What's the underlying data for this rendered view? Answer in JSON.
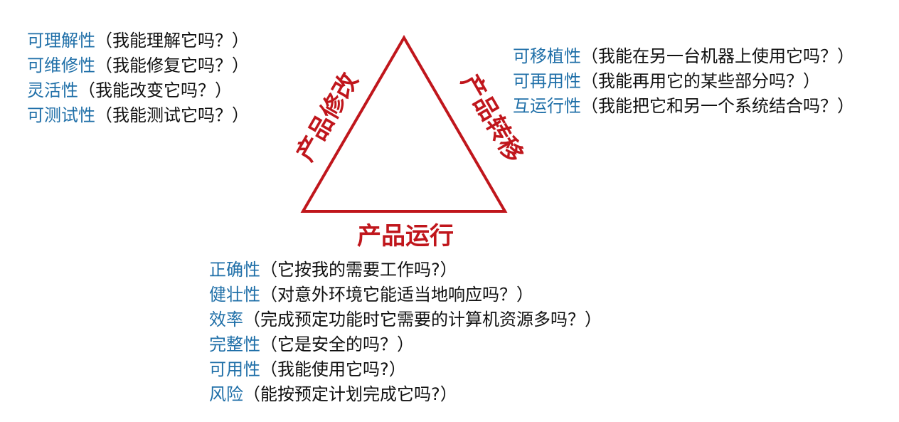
{
  "diagram": {
    "accent_color": "#c0161c",
    "term_color": "#1f6fa8",
    "text_color": "#111111",
    "triangle_labels": {
      "left": "产品修改",
      "right": "产品转移",
      "bottom": "产品运行"
    }
  },
  "modify": {
    "items": [
      {
        "term": "可理解性",
        "desc": "（我能理解它吗？）"
      },
      {
        "term": "可维修性",
        "desc": "（我能修复它吗？）"
      },
      {
        "term": "灵活性",
        "desc": "（我能改变它吗？）"
      },
      {
        "term": "可测试性",
        "desc": "（我能测试它吗？）"
      }
    ]
  },
  "transfer": {
    "items": [
      {
        "term": "可移植性",
        "desc": "（我能在另一台机器上使用它吗？）"
      },
      {
        "term": "可再用性",
        "desc": "（我能再用它的某些部分吗？）"
      },
      {
        "term": "互运行性",
        "desc": "（我能把它和另一个系统结合吗？）"
      }
    ]
  },
  "operation": {
    "items": [
      {
        "term": "正确性",
        "desc": "（它按我的需要工作吗?）"
      },
      {
        "term": "健壮性",
        "desc": "（对意外环境它能适当地响应吗？）"
      },
      {
        "term": "效率",
        "desc": "（完成预定功能时它需要的计算机资源多吗？）"
      },
      {
        "term": "完整性",
        "desc": "（它是安全的吗？）"
      },
      {
        "term": "可用性",
        "desc": "（我能使用它吗?）"
      },
      {
        "term": "风险",
        "desc": "（能按预定计划完成它吗?）"
      }
    ]
  }
}
